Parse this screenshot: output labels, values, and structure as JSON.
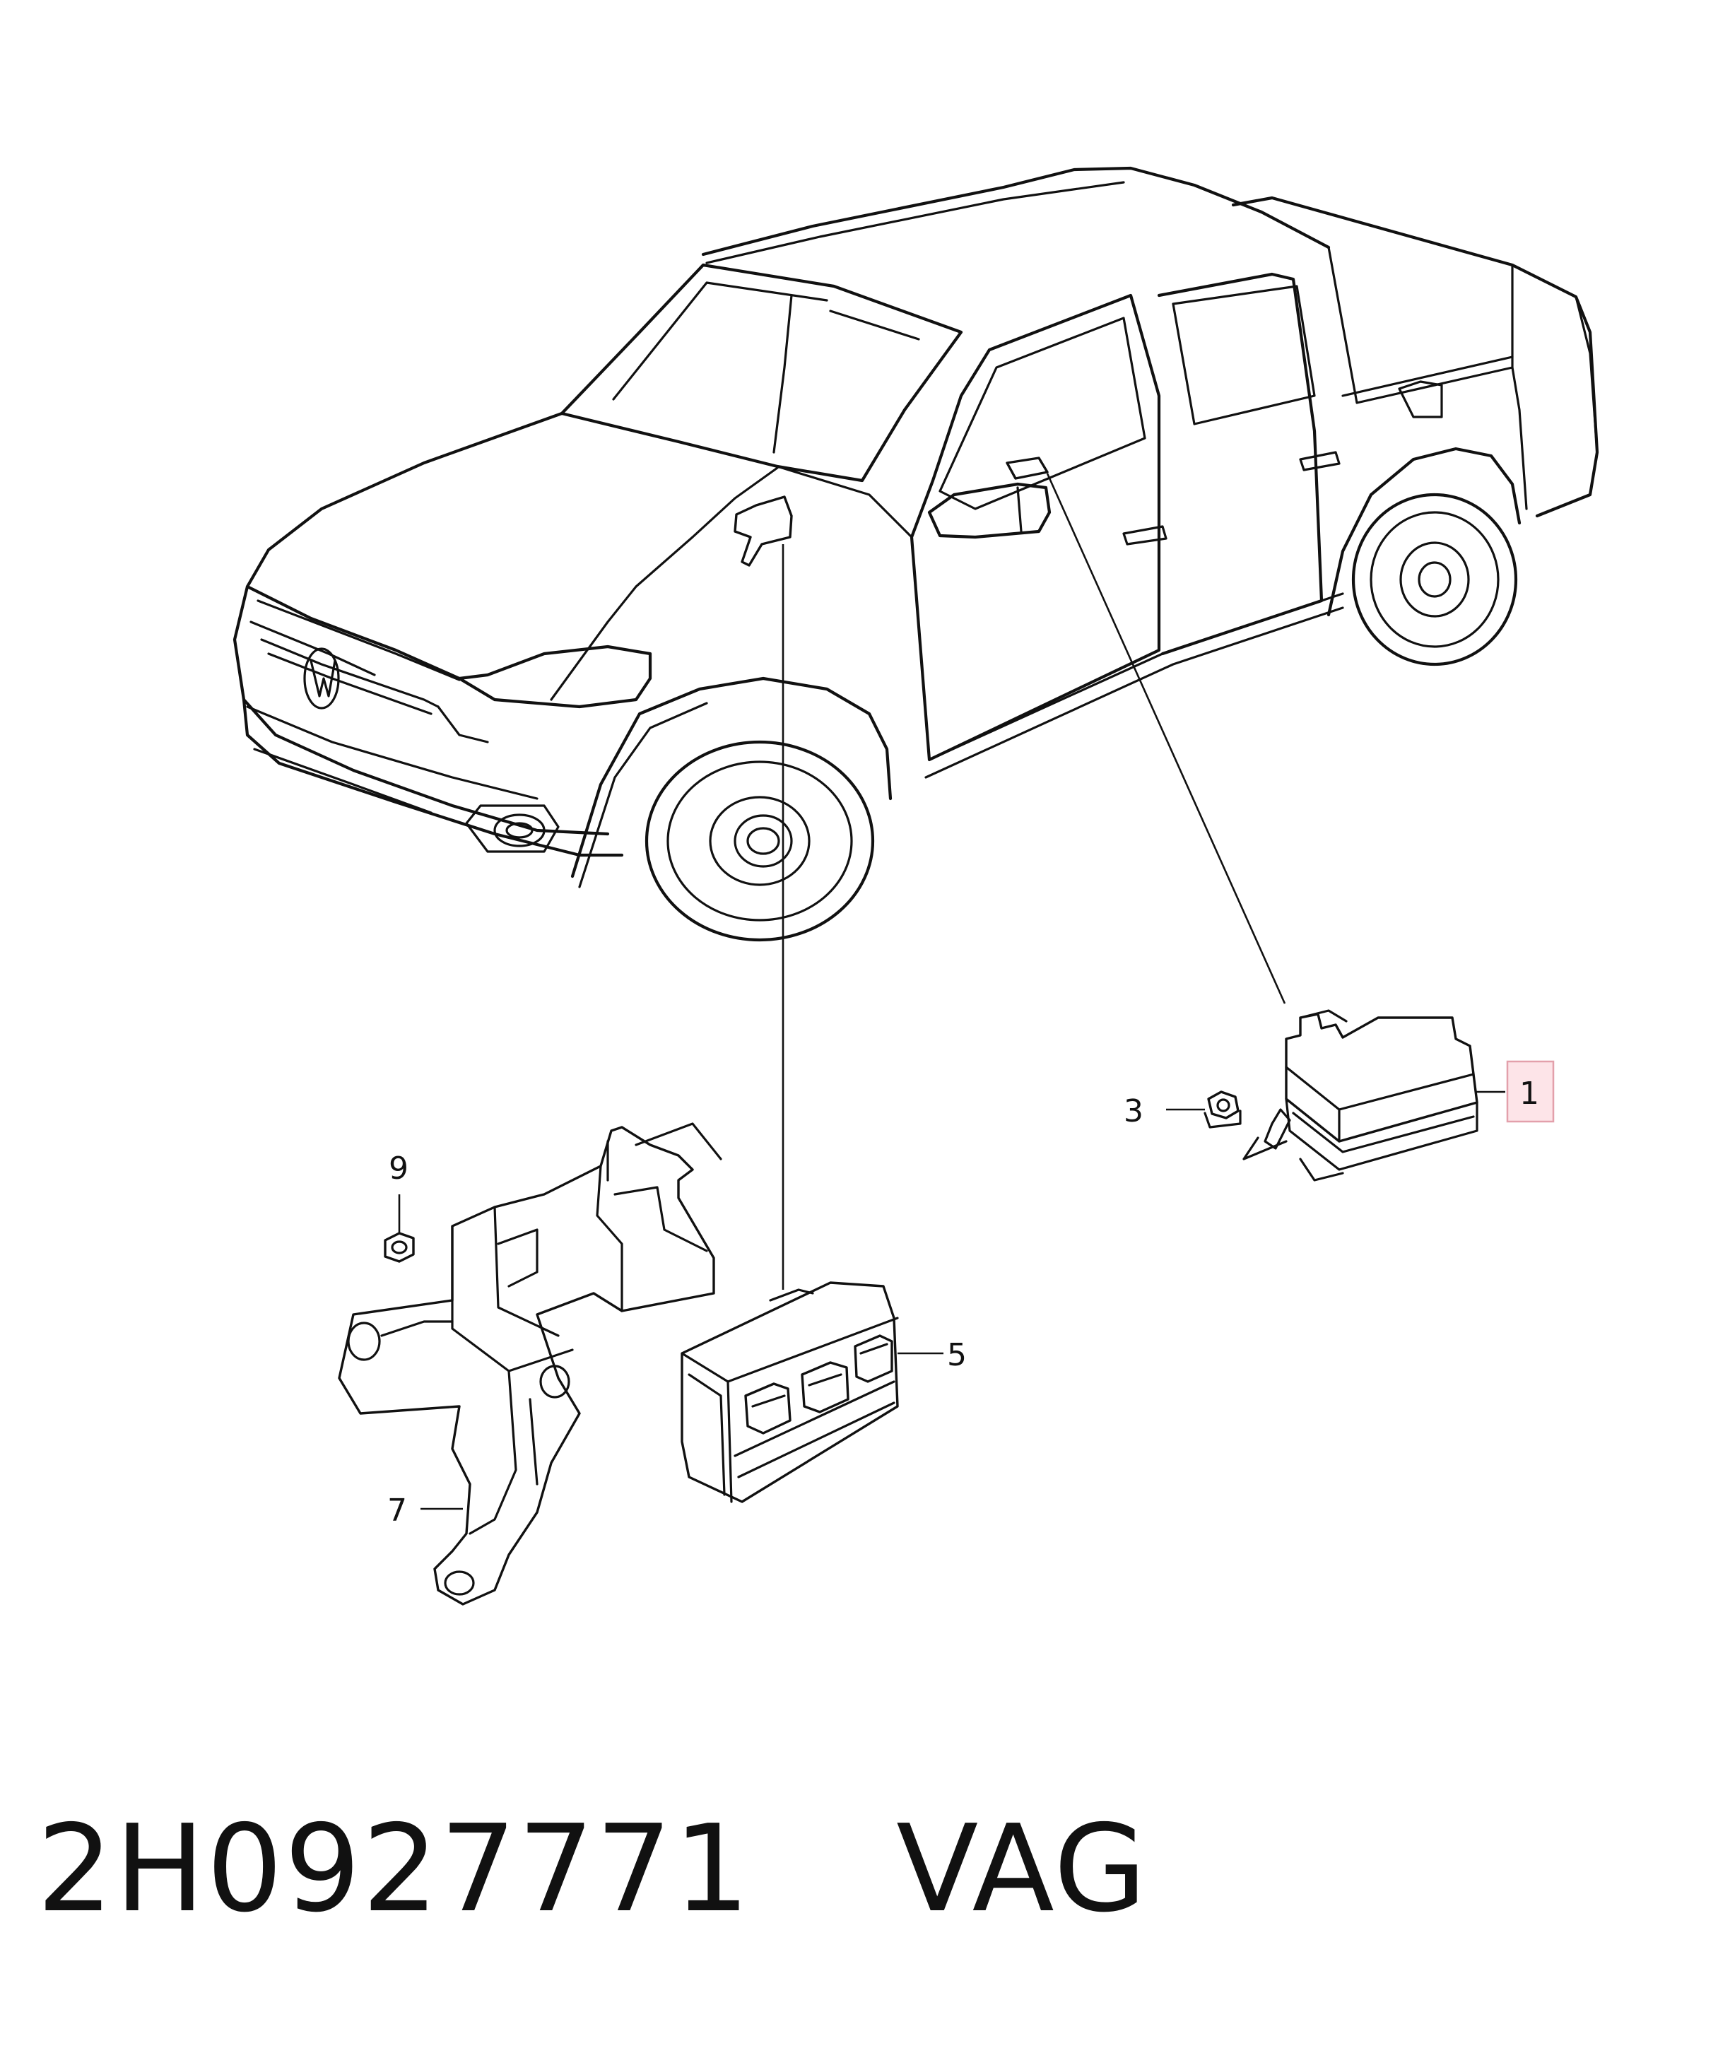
{
  "callouts": {
    "part1": "1",
    "part3": "3",
    "part5": "5",
    "part7": "7",
    "part9": "9"
  },
  "caption": {
    "part_number": "2H0927771",
    "brand": "VAG"
  },
  "colors": {
    "line": "#111111",
    "highlight_fill": "#fde4e8",
    "highlight_border": "#e3a0ab"
  }
}
